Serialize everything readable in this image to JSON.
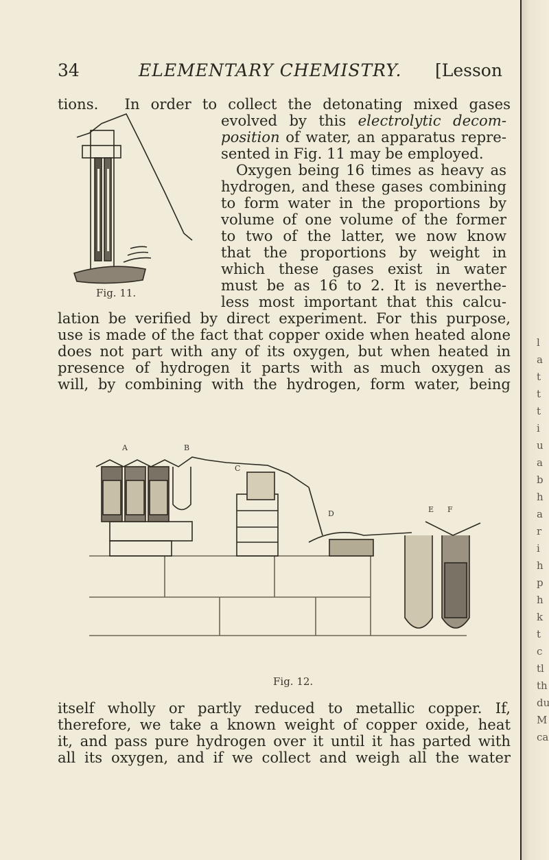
{
  "header": {
    "page_number": "34",
    "running_title": "ELEMENTARY CHEMISTRY.",
    "lesson_label": "[Lesson"
  },
  "paragraph_top": {
    "line1_start": "tions.",
    "line1_rest": "In order to collect the detonating mixed gases",
    "line2": "evolved by this ",
    "line2_em": "electrolytic decom-",
    "line3_em": "position",
    "line3": " of water, an apparatus repre-",
    "line4": "sented in Fig. 11 may be employed.",
    "line5": "Oxygen being 16 times as heavy as",
    "line6": "hydrogen, and these gases combining",
    "line7": "to form water in the proportions by",
    "line8": "volume of one volume of the former",
    "line9": "to two of the latter, we now know",
    "line10": "that the proportions by weight in",
    "line11": "which these gases exist in water",
    "line12": "must be as 16 to 2. It is neverthe-",
    "line13": "less most important that this calcu-",
    "line14": "lation be verified by direct experiment. For this purpose,",
    "line15": "use is made of the fact that copper oxide when heated alone",
    "line16": "does not part with any of its oxygen, but when heated in",
    "line17": "presence of hydrogen it parts with as much oxygen as",
    "line18": "will, by combining with the hydrogen, form water, being"
  },
  "figure11": {
    "caption": "Fig. 11."
  },
  "figure12": {
    "caption": "Fig. 12.",
    "letters": {
      "a": "A",
      "b": "B",
      "c": "C",
      "d": "D",
      "e": "E",
      "f": "F"
    }
  },
  "paragraph_bottom": {
    "line1": "itself wholly or partly reduced to metallic copper. If,",
    "line2": "therefore, we take a known weight of copper oxide, heat",
    "line3": "it, and pass pure hydrogen over it until it has parted with",
    "line4": "all its oxygen, and if we collect and weigh all the water"
  },
  "right_strip": {
    "fragments": [
      "l",
      "a",
      "t",
      "t",
      "t",
      "i",
      "u",
      "a",
      "b",
      "h",
      "a",
      "r",
      "i",
      "h",
      "p",
      "h",
      "k",
      "t",
      "c",
      "tl",
      "th",
      "du",
      "M",
      "cai"
    ]
  }
}
